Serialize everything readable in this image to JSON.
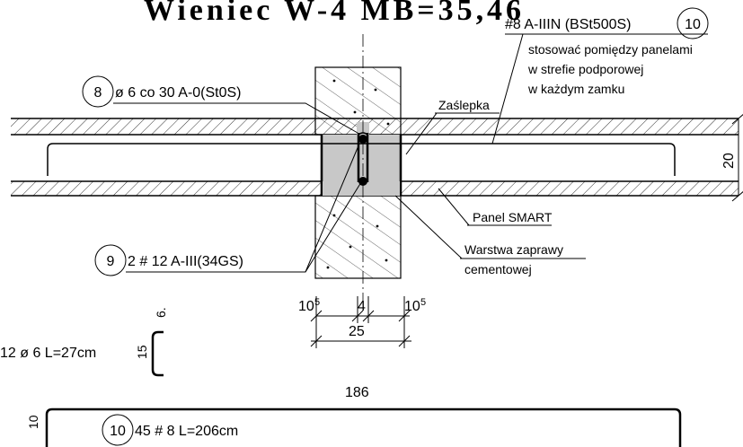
{
  "title": "Wieniec W-4 MB=35,46",
  "callouts": {
    "c8": {
      "number": "8",
      "text": "ø 6 co 30 A-0(St0S)"
    },
    "c9": {
      "number": "9",
      "text": "2 # 12 A-III(34GS)"
    },
    "c10": {
      "number": "10",
      "text": "#8 A-IIIN (BSt500S)"
    },
    "note_lines": [
      "stosować pomiędzy panelami",
      "w strefie podporowej",
      "w każdym zamku"
    ],
    "zaslepka": "Zaślepka",
    "panel": "Panel SMART",
    "mortar_lines": [
      "Warstwa zaprawy",
      "cementowej"
    ]
  },
  "dimensions": {
    "slab_height": "20",
    "left_part_main": "10",
    "left_part_sup": "5",
    "middle": "4",
    "right_part_main": "10",
    "right_part_sup": "5",
    "total": "25"
  },
  "stirrup": {
    "label": "12 ø 6 L=27cm",
    "height": "15",
    "hook": "6."
  },
  "bar10": {
    "number": "10",
    "text": "45 # 8 L=206cm",
    "length": "186",
    "leg": "10"
  }
}
